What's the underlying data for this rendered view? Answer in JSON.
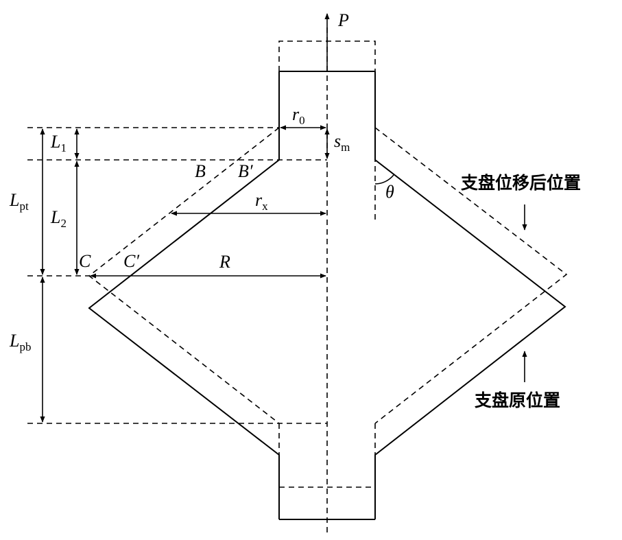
{
  "labels": {
    "P": "P",
    "r0": {
      "main": "r",
      "sub": "0"
    },
    "sm": {
      "main": "s",
      "sub": "m"
    },
    "L1": {
      "main": "L",
      "sub": "1"
    },
    "L2": {
      "main": "L",
      "sub": "2"
    },
    "Lpt": {
      "main": "L",
      "sub": "pt"
    },
    "Lpb": {
      "main": "L",
      "sub": "pb"
    },
    "rx": {
      "main": "r",
      "sub": "x"
    },
    "R": "R",
    "B": "B",
    "Bprime": "B′",
    "C": "C",
    "Cprime": "C′",
    "theta": "θ"
  },
  "annotations": {
    "displaced": "支盘位移后位置",
    "original": "支盘原位置"
  }
}
